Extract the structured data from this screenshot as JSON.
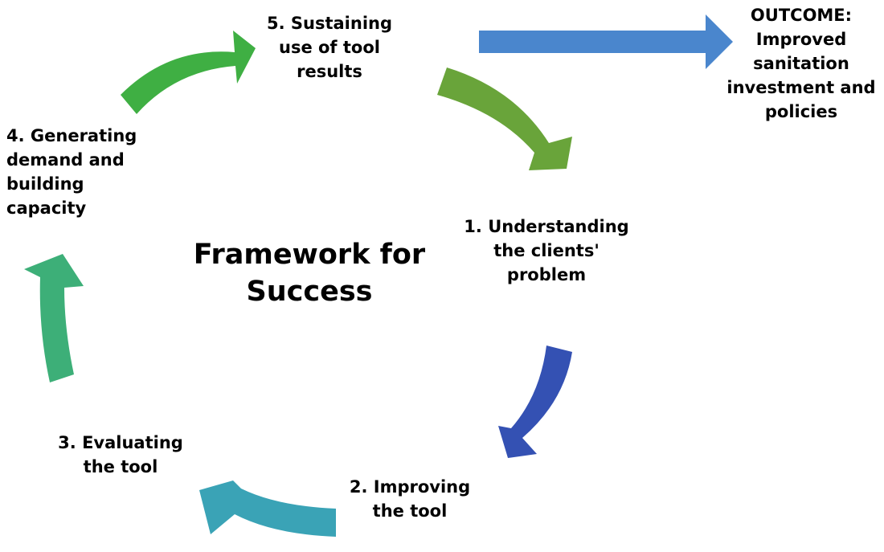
{
  "diagram": {
    "title": "Framework for\nSuccess",
    "outcome": "OUTCOME:\nImproved\nsanitation\ninvestment and\npolicies",
    "steps": [
      "1. Understanding\nthe clients'\nproblem",
      "2. Improving\nthe tool",
      "3. Evaluating\nthe tool",
      "4. Generating\ndemand and\nbuilding\ncapacity",
      "5. Sustaining\nuse of tool\nresults"
    ]
  },
  "colors": {
    "arrow_step5_to_step1": "#69A43A",
    "arrow_step1_to_step2": "#3451B3",
    "arrow_step2_to_step3": "#3AA3B6",
    "arrow_step3_to_step4": "#3DAF78",
    "arrow_step4_to_step5": "#3FAF43",
    "arrow_outcome": "#4A86CD"
  }
}
